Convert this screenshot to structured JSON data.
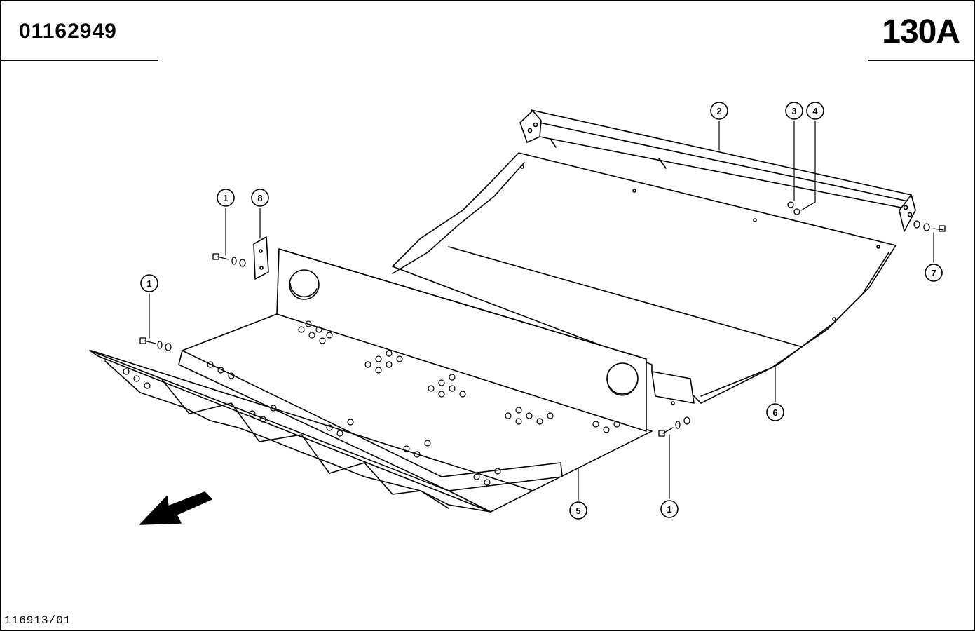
{
  "header": {
    "doc_number": "01162949",
    "page_ref": "130A"
  },
  "footer": {
    "drawing_ref": "116913/01"
  },
  "callouts": [
    {
      "id": "callout-2",
      "label": "2"
    },
    {
      "id": "callout-3",
      "label": "3"
    },
    {
      "id": "callout-4",
      "label": "4"
    },
    {
      "id": "callout-1a",
      "label": "1"
    },
    {
      "id": "callout-8",
      "label": "8"
    },
    {
      "id": "callout-1b",
      "label": "1"
    },
    {
      "id": "callout-7",
      "label": "7"
    },
    {
      "id": "callout-6",
      "label": "6"
    },
    {
      "id": "callout-5",
      "label": "5"
    },
    {
      "id": "callout-1c",
      "label": "1"
    }
  ]
}
